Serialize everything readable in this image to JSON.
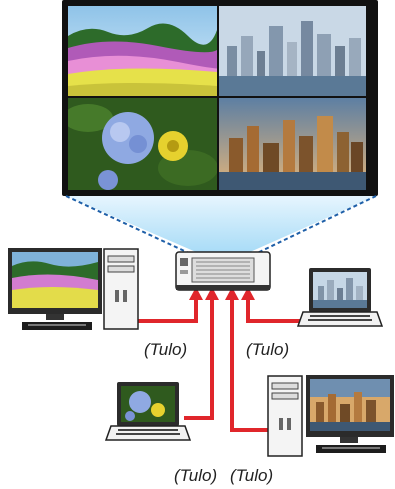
{
  "labels": {
    "top_left": "(Tulo)",
    "top_right": "(Tulo)",
    "bottom_left": "(Tulo)",
    "bottom_right": "(Tulo)"
  },
  "colors": {
    "cable": "#e0262b",
    "dash": "#1e5fa8",
    "beam": "#bfe6fb"
  }
}
